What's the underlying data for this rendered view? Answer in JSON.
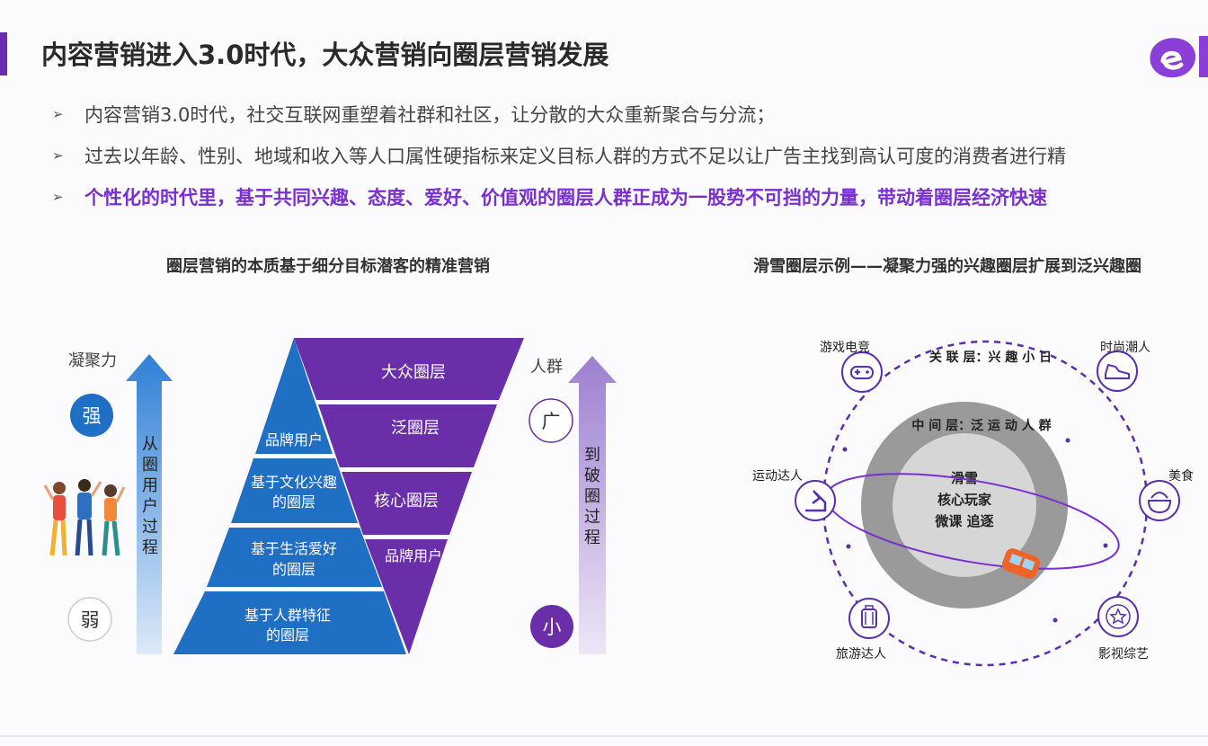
{
  "header": {
    "title": "内容营销进入3.0时代，大众营销向圈层营销发展",
    "accent_color": "#6b2bb0",
    "logo_icon": "brand-e-logo-icon"
  },
  "bullets": [
    {
      "marker": "➢",
      "text": "内容营销3.0时代，社交互联网重塑着社群和社区，让分散的大众重新聚合与分流；",
      "highlight": false
    },
    {
      "marker": "➢",
      "text": "过去以年龄、性别、地域和收入等人口属性硬指标来定义目标人群的方式不足以让广告主找到高认可度的消费者进行精",
      "highlight": false
    },
    {
      "marker": "➢",
      "text": "个性化的时代里，基于共同兴趣、态度、爱好、价值观的圈层人群正成为一股势不可挡的力量，带动着圈层经济快速",
      "highlight": true
    }
  ],
  "left_diagram": {
    "title": "圈层营销的本质基于细分目标潜客的精准营销",
    "left_axis": {
      "label": "凝聚力",
      "top": "强",
      "bottom": "弱",
      "arrow_text": "从圈用户过程"
    },
    "right_axis": {
      "label": "人群",
      "top": "广",
      "bottom": "小",
      "arrow_text": "到破圈过程"
    },
    "pyramid_layers": [
      {
        "lines": [
          "品牌用户"
        ]
      },
      {
        "lines": [
          "基于文化兴趣",
          "的圈层"
        ]
      },
      {
        "lines": [
          "基于生活爱好",
          "的圈层"
        ]
      },
      {
        "lines": [
          "基于人群特征",
          "的圈层"
        ]
      }
    ],
    "inverted_layers": [
      {
        "label": "大众圈层"
      },
      {
        "label": "泛圈层"
      },
      {
        "label": "核心圈层"
      },
      {
        "label": "品牌用户"
      }
    ],
    "colors": {
      "blue": "#1f6fc4",
      "purple": "#6a2fa8",
      "light_purple": "#c9b8e6",
      "light_blue": "#bcd3ef"
    }
  },
  "right_diagram": {
    "title": "滑雪圈层示例——凝聚力强的兴趣圈层扩展到泛兴趣圈",
    "outer_ring_text": "关 联 层：兴 趣 小 日",
    "middle_ring_text": "中 间 层：泛 运 动 人 群",
    "core_lines": [
      "滑雪",
      "核心玩家",
      "微课 追逐"
    ],
    "nodes": [
      {
        "label": "游戏电竞",
        "icon": "gamepad-icon"
      },
      {
        "label": "时尚潮人",
        "icon": "sneaker-icon"
      },
      {
        "label": "运动达人",
        "icon": "running-icon"
      },
      {
        "label": "美食",
        "icon": "food-bowl-icon"
      },
      {
        "label": "旅游达人",
        "icon": "luggage-icon"
      },
      {
        "label": "影视综艺",
        "icon": "star-icon"
      }
    ],
    "colors": {
      "ring": "#5a2fb0",
      "disc": "#9a9a9a",
      "core": "#d6d6d6"
    }
  }
}
